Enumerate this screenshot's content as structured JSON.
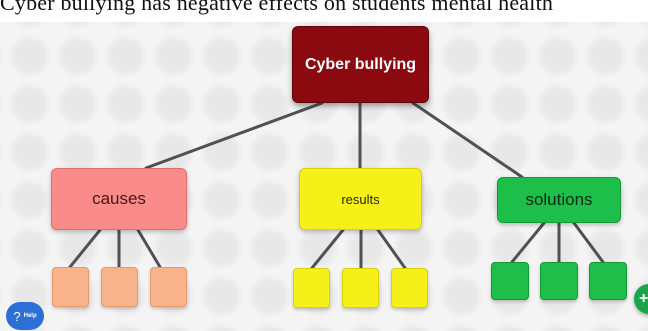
{
  "caption": {
    "text": "Cyber bullying has negative effects on students mental health"
  },
  "mindmap": {
    "root": {
      "label": "Cyber bullying",
      "color": "#8b0a10"
    },
    "branches": [
      {
        "key": "causes",
        "label": "causes",
        "color": "#f98b8b",
        "leaf_color": "#f9b38a",
        "leaf_count": 3
      },
      {
        "key": "results",
        "label": "results",
        "color": "#f6f019",
        "leaf_color": "#f6f019",
        "leaf_count": 3
      },
      {
        "key": "solutions",
        "label": "solutions",
        "color": "#1dbf4a",
        "leaf_color": "#1fbe4a",
        "leaf_count": 3
      }
    ],
    "connector_color": "#4d5257"
  },
  "help": {
    "icon": "question-icon",
    "label": "Help",
    "color": "#2c6fd6"
  },
  "add": {
    "icon": "plus-icon",
    "color": "#1aa54a"
  }
}
